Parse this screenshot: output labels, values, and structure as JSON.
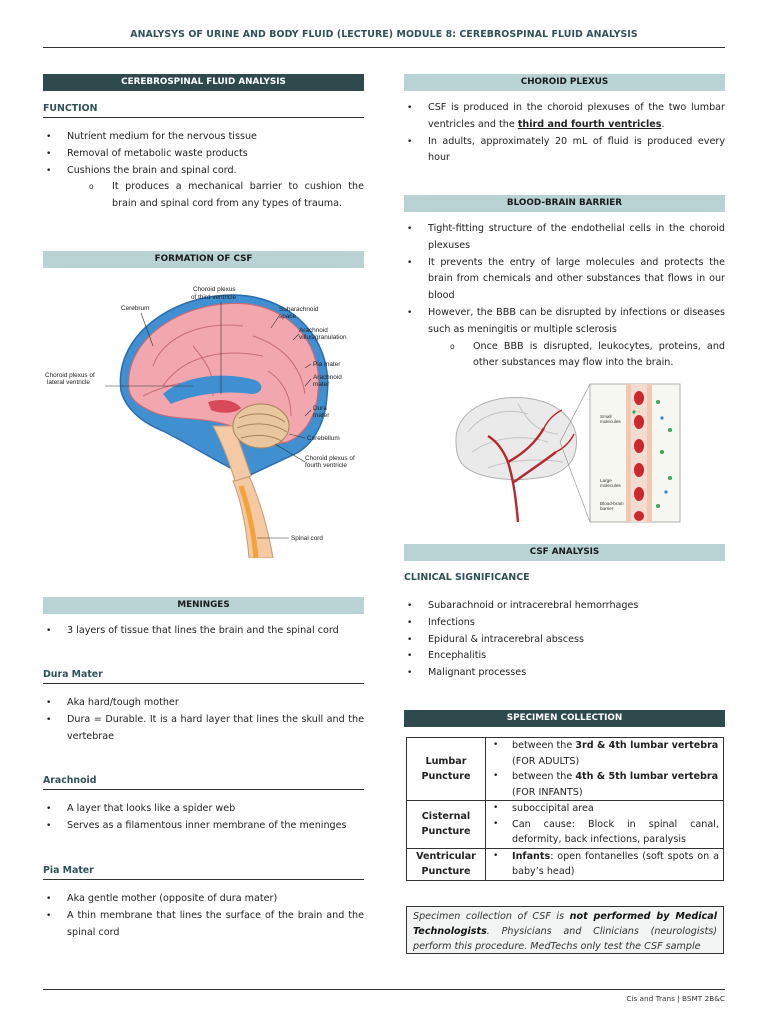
{
  "header": {
    "title": "ANALYSYS OF URINE AND BODY FLUID (LECTURE) MODULE 8: CEREBROSPINAL FLUID ANALYSIS"
  },
  "footer": {
    "text": "Cis and Trans | BSMT 2B&C"
  },
  "csf": {
    "banner": "CEREBROSPINAL FLUID ANALYSIS",
    "function_heading": "FUNCTION",
    "items": [
      "Nutrient medium for the nervous tissue",
      "Removal of metabolic waste products",
      "Cushions the brain and spinal cord."
    ],
    "sub_item": "It produces a mechanical barrier to cushion the brain and spinal cord from any types of trauma."
  },
  "formation": {
    "banner": "FORMATION OF CSF",
    "labels": {
      "cerebrum": "Cerebrum",
      "choroid_third_1": "Choroid plexus",
      "choroid_third_2": "of third ventricle",
      "subarachnoid_1": "Subarachnoid",
      "subarachnoid_2": "space",
      "arachnoid_villus_1": "Arachnoid",
      "arachnoid_villus_2": "villus/granulation",
      "pia_mater": "Pia mater",
      "arachnoid_mater_1": "Arachnoid",
      "arachnoid_mater_2": "mater",
      "choroid_lateral_1": "Choroid plexus of",
      "choroid_lateral_2": "lateral ventricle",
      "dura_mater_1": "Dura",
      "dura_mater_2": "mater",
      "cerebellum": "Cerebellum",
      "choroid_fourth_1": "Choroid plexus of",
      "choroid_fourth_2": "fourth ventricle",
      "spinal_cord": "Spinal cord"
    }
  },
  "meninges": {
    "banner": "MENINGES",
    "item": "3 layers of tissue that lines the brain and the spinal cord",
    "dura": {
      "heading": "Dura Mater",
      "items": [
        "Aka hard/tough mother",
        "Dura = Durable. It is a hard layer that lines the skull and the vertebrae"
      ]
    },
    "arachnoid": {
      "heading": "Arachnoid",
      "items": [
        "A layer that looks like a spider web",
        "Serves as a filamentous inner membrane of the meninges"
      ]
    },
    "pia": {
      "heading": "Pia Mater",
      "items": [
        "Aka gentle mother (opposite of dura mater)",
        "A thin membrane that lines the surface of the brain and the spinal cord"
      ]
    }
  },
  "choroid": {
    "banner": "CHOROID PLEXUS",
    "item1_a": "CSF is produced in the choroid plexuses of the two lumbar ventricles and the ",
    "item1_b": "third and fourth ventricles",
    "item1_c": ".",
    "item2": "In adults, approximately 20 mL of fluid is produced every hour"
  },
  "bbb": {
    "banner": "BLOOD-BRAIN BARRIER",
    "items": [
      "Tight-fitting structure of the endothelial cells in the choroid plexuses",
      "It prevents the entry of large molecules and protects the brain from chemicals and other substances that flows in our blood",
      "However, the BBB can be disrupted by infections or diseases such as meningitis or multiple sclerosis"
    ],
    "sub_item": "Once BBB is disrupted, leukocytes, proteins, and other substances may flow into the brain.",
    "figure_labels": {
      "small_1": "Small",
      "small_2": "molecules",
      "large_1": "Large",
      "large_2": "molecules",
      "barrier_1": "Blood-brain",
      "barrier_2": "barrier"
    }
  },
  "analysis": {
    "banner": "CSF ANALYSIS",
    "heading": "CLINICAL SIGNIFICANCE",
    "items": [
      "Subarachnoid or intracerebral hemorrhages",
      "Infections",
      "Epidural & intracerebral abscess",
      "Encephalitis",
      "Malignant processes"
    ]
  },
  "specimen": {
    "banner": "SPECIMEN COLLECTION",
    "lumbar": {
      "label_1": "Lumbar",
      "label_2": "Puncture",
      "i1_a": "between the ",
      "i1_b": "3rd & 4th lumbar vertebra",
      "i1_c": "(FOR ADULTS)",
      "i2_a": "between the ",
      "i2_b": "4th & 5th lumbar vertebra",
      "i2_c": "(FOR INFANTS)"
    },
    "cisternal": {
      "label_1": "Cisternal",
      "label_2": "Puncture",
      "i1": "suboccipital area",
      "i2": "Can cause: Block in spinal canal, deformity, back infections, paralysis"
    },
    "ventricular": {
      "label_1": "Ventricular",
      "label_2": "Puncture",
      "i1_a": "Infants",
      "i1_b": ": open fontanelles (soft spots on a baby’s head)"
    },
    "note_a": "Specimen collection of CSF is ",
    "note_b": "not performed by Medical Technologists",
    "note_c": ". Physicians and Clinicians (neurologists) perform this procedure. MedTechs only test the CSF sample"
  }
}
